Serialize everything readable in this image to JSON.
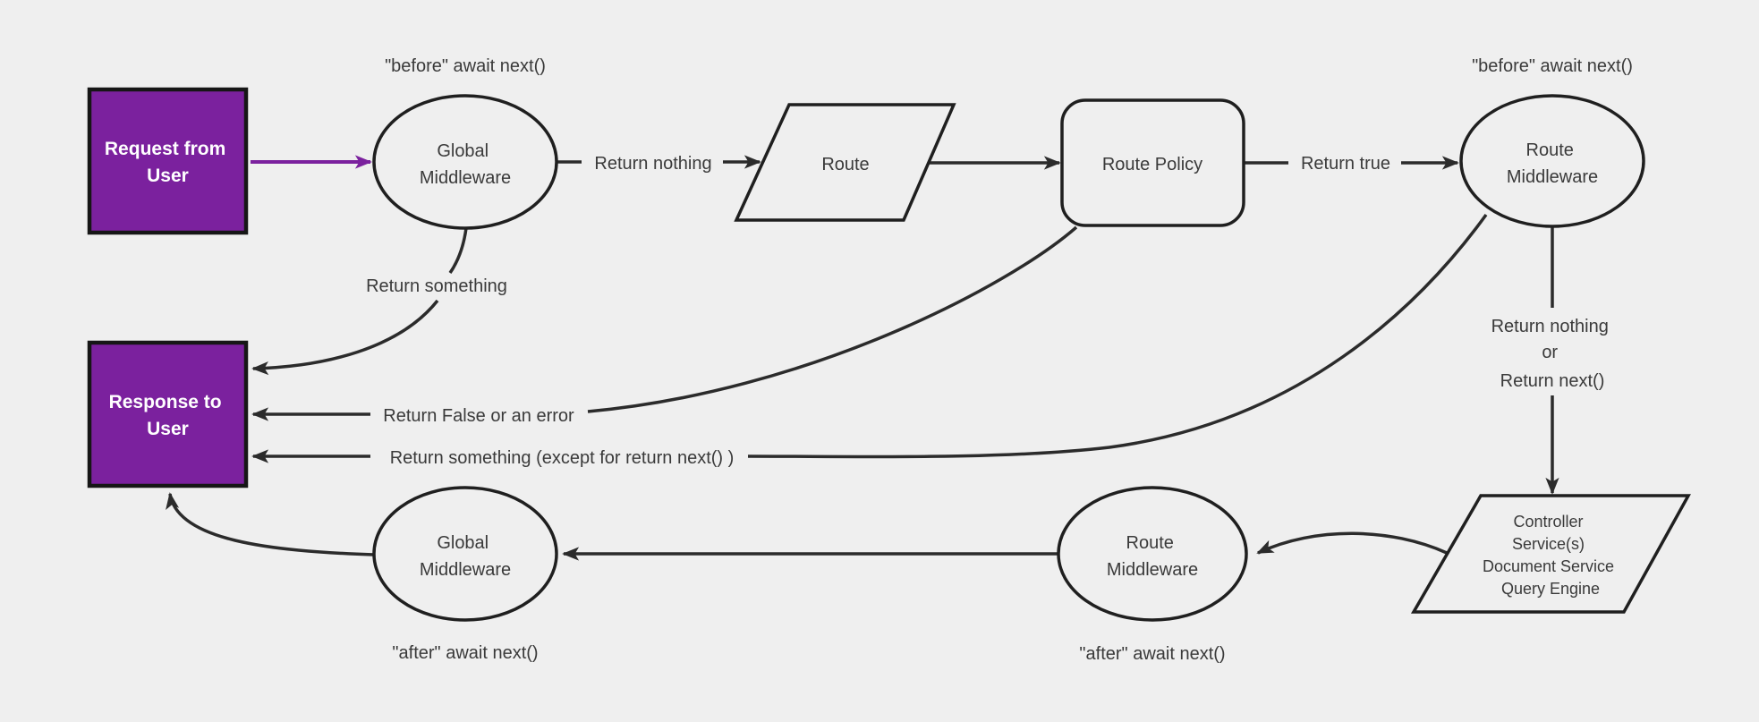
{
  "diagram": "middleware-request-response-flow",
  "colors": {
    "background": "#efefef",
    "accent_purple": "#7b219e",
    "edge_dark": "#2b2b2b",
    "shape_stroke": "#1f1f1f",
    "label_text": "#3a3a3a",
    "terminal_text": "#ffffff"
  },
  "nodes": {
    "request_from_user": {
      "lines": [
        "Request from",
        "User"
      ]
    },
    "global_middleware_top": {
      "lines": [
        "Global",
        "Middleware"
      ]
    },
    "route": {
      "label": "Route"
    },
    "route_policy": {
      "label": "Route Policy"
    },
    "route_middleware_top": {
      "lines": [
        "Route",
        "Middleware"
      ]
    },
    "response_to_user": {
      "lines": [
        "Response to",
        "User"
      ]
    },
    "controller_stack": {
      "lines": [
        "Controller",
        "Service(s)",
        "Document Service",
        "Query Engine"
      ]
    },
    "route_middleware_bottom": {
      "lines": [
        "Route",
        "Middleware"
      ]
    },
    "global_middleware_bottom": {
      "lines": [
        "Global",
        "Middleware"
      ]
    }
  },
  "edge_labels": {
    "before_await_next_top_left": "\"before\" await next()",
    "before_await_next_top_right": "\"before\" await next()",
    "return_nothing": "Return nothing",
    "return_true": "Return true",
    "return_something": "Return something",
    "return_false_or_error": "Return False or an error",
    "return_something_except": "Return something (except for return next() )",
    "return_nothing_or_next": {
      "lines": [
        "Return nothing",
        "or",
        "Return next()"
      ]
    },
    "after_await_next_bottom_left": "\"after\" await next()",
    "after_await_next_bottom_right": "\"after\" await next()"
  }
}
